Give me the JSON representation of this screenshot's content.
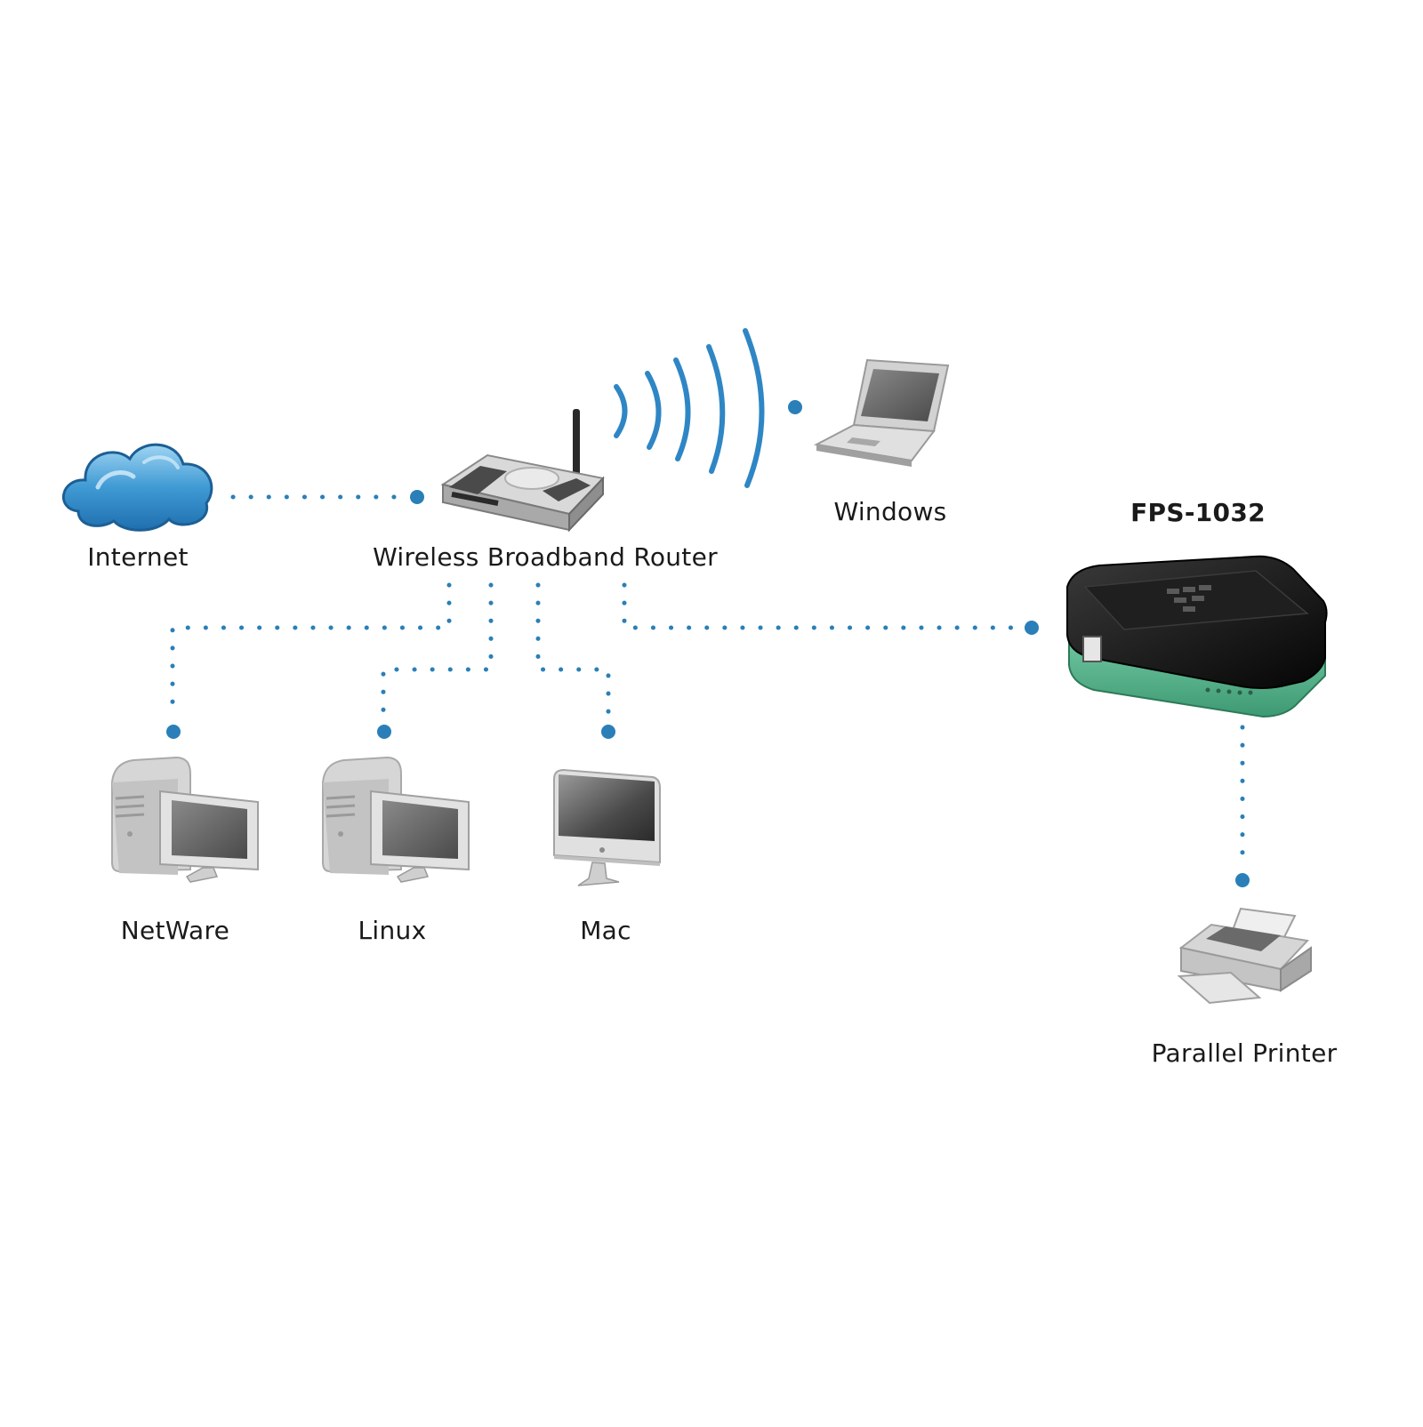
{
  "nodes": {
    "internet": {
      "label": "Internet"
    },
    "router": {
      "label": "Wireless Broadband Router"
    },
    "windows": {
      "label": "Windows"
    },
    "print_server": {
      "label": "FPS-1032"
    },
    "netware": {
      "label": "NetWare"
    },
    "linux": {
      "label": "Linux"
    },
    "mac": {
      "label": "Mac"
    },
    "printer": {
      "label": "Parallel Printer"
    }
  },
  "colors": {
    "link": "#2a7fb8",
    "device_green": "#5fb894",
    "device_black": "#141414",
    "device_gray": "#c8c8c8"
  },
  "icons": [
    "cloud-icon",
    "router-icon",
    "wifi-signal-icon",
    "laptop-icon",
    "print-server-icon",
    "desktop-pc-icon",
    "imac-icon",
    "printer-icon"
  ]
}
